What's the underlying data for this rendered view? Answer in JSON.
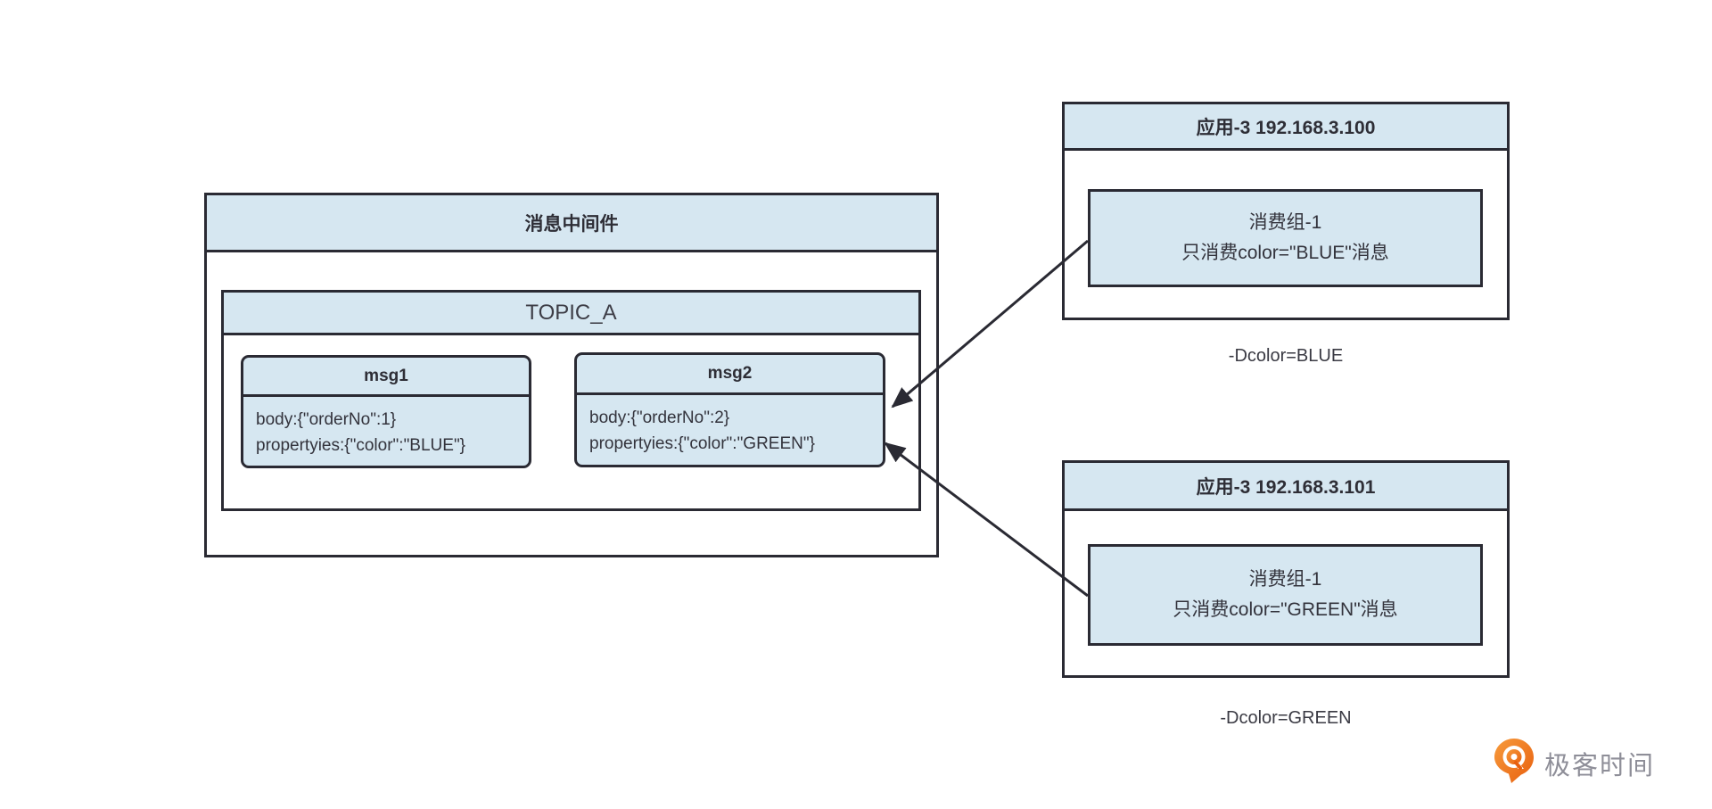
{
  "middleware": {
    "title": "消息中间件",
    "topic": {
      "title": "TOPIC_A",
      "messages": [
        {
          "name": "msg1",
          "body_line": "body:{\"orderNo\":1}",
          "properties_line": "propertyies:{\"color\":\"BLUE\"}"
        },
        {
          "name": "msg2",
          "body_line": "body:{\"orderNo\":2}",
          "properties_line": "propertyies:{\"color\":\"GREEN\"}"
        }
      ]
    }
  },
  "apps": [
    {
      "title": "应用-3 192.168.3.100",
      "consumer_group": "消费组-1",
      "consume_rule": "只消费color=\"BLUE\"消息",
      "startup_arg": "-Dcolor=BLUE"
    },
    {
      "title": "应用-3 192.168.3.101",
      "consumer_group": "消费组-1",
      "consume_rule": "只消费color=\"GREEN\"消息",
      "startup_arg": "-Dcolor=GREEN"
    }
  ],
  "logo": {
    "text": "极客时间"
  },
  "colors": {
    "box_fill": "#d6e7f1",
    "border": "#2a2a33",
    "text": "#33333c",
    "logo_orange": "#ee7521",
    "logo_text": "#8e8e98"
  }
}
